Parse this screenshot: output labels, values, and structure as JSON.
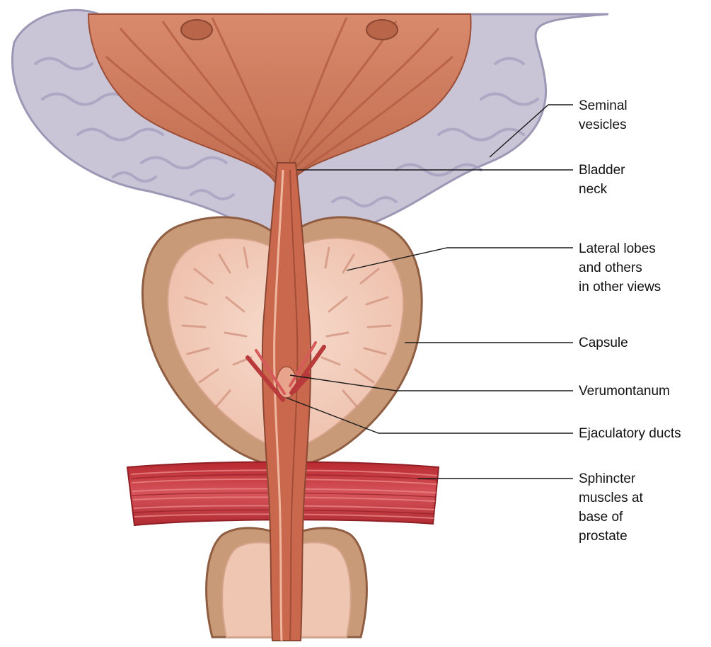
{
  "colors": {
    "bladder_muscle": "#cf7a5c",
    "bladder_muscle_dark": "#b85e42",
    "seminal_vesicle": "#c9c5d6",
    "seminal_vesicle_shadow": "#9d97b6",
    "capsule": "#c99a78",
    "capsule_edge": "#8f5e42",
    "lobe_tissue": "#f3cfbf",
    "lobe_streak": "#cf8f7a",
    "sphincter": "#c3343a",
    "sphincter_light": "#df6a6b",
    "urethra": "#c9684d",
    "duct": "#b83a3a",
    "label_text": "#111111"
  },
  "labels": [
    {
      "id": "seminal-vesicles",
      "lines": [
        "Seminal",
        "vesicles"
      ]
    },
    {
      "id": "bladder-neck",
      "lines": [
        "Bladder",
        "neck"
      ]
    },
    {
      "id": "lateral-lobes",
      "lines": [
        "Lateral lobes",
        "and others",
        "in other views"
      ]
    },
    {
      "id": "capsule",
      "lines": [
        "Capsule"
      ]
    },
    {
      "id": "verumontanum",
      "lines": [
        "Verumontanum"
      ]
    },
    {
      "id": "ejaculatory-ducts",
      "lines": [
        "Ejaculatory ducts"
      ]
    },
    {
      "id": "sphincter-muscles",
      "lines": [
        "Sphincter",
        "muscles at",
        "base of",
        "prostate"
      ]
    }
  ]
}
